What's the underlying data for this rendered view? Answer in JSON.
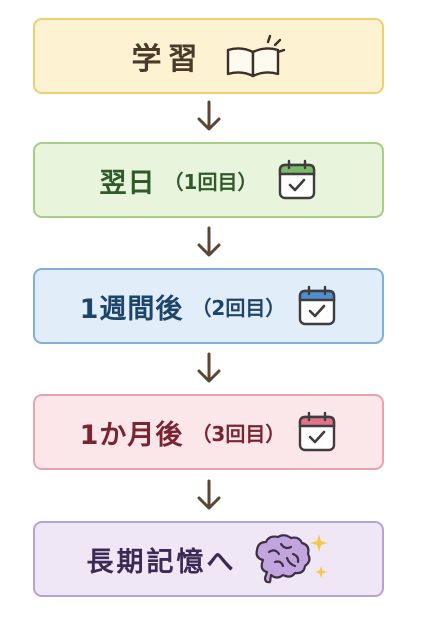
{
  "steps": [
    {
      "main": "学習",
      "sub": "",
      "icon": "open-book-icon"
    },
    {
      "main": "翌日",
      "sub": "（1回目）",
      "icon": "calendar-check-icon",
      "accent": "#7cb96a"
    },
    {
      "main": "1週間後",
      "sub": "（2回目）",
      "icon": "calendar-check-icon",
      "accent": "#4f8fcf"
    },
    {
      "main": "1か月後",
      "sub": "（3回目）",
      "icon": "calendar-check-icon",
      "accent": "#e0738a"
    },
    {
      "main": "長期記憶へ",
      "sub": "",
      "icon": "brain-sparkle-icon"
    }
  ],
  "colors": {
    "arrow": "#5a4634"
  }
}
